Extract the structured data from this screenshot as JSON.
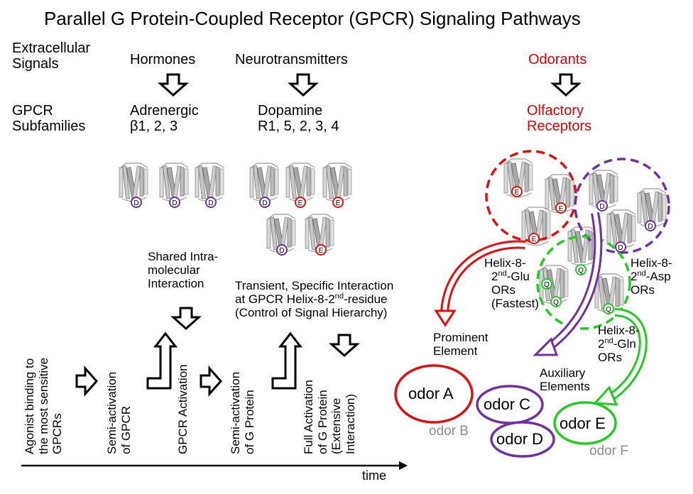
{
  "title": "Parallel G Protein-Coupled Receptor (GPCR) Signaling Pathways",
  "rows": {
    "signals": [
      "Extracellular",
      "Signals"
    ],
    "subfamilies": [
      "GPCR",
      "Subfamilies"
    ]
  },
  "pathways": {
    "hormones": {
      "signal": "Hormones",
      "family": [
        "Adrenergic",
        "β1, 2, 3"
      ],
      "residues": [
        "D",
        "D",
        "D"
      ]
    },
    "neuro": {
      "signal": "Neurotransmitters",
      "family": [
        "Dopamine",
        "R1, 5, 2, 3, 4"
      ],
      "residues": [
        "D",
        "E",
        "E",
        "D",
        "E"
      ]
    },
    "odorants": {
      "signal": "Odorants",
      "family": [
        "Olfactory",
        "Receptors"
      ]
    }
  },
  "or_groups": {
    "glu": {
      "residues": [
        "E",
        "E",
        "E"
      ],
      "label": [
        "Helix-8-",
        "2",
        "nd",
        "-Glu",
        "ORs",
        "(Fastest)"
      ]
    },
    "asp": {
      "residues": [
        "D",
        "D",
        "D"
      ],
      "label": [
        "Helix-8-",
        "2",
        "nd",
        "-Asp",
        "ORs"
      ]
    },
    "gln": {
      "residues": [
        "Q",
        "Q",
        "Q",
        "Q"
      ],
      "label": [
        "Helix-8-",
        "2",
        "nd",
        "-Gln",
        "ORs"
      ]
    }
  },
  "notes": {
    "shared": [
      "Shared Intra-",
      "molecular",
      "Interaction"
    ],
    "transient": [
      "Transient, Specific Interaction",
      "at GPCR Helix-8-2",
      "nd",
      "-residue",
      "(Control of Signal Hierarchy)"
    ]
  },
  "timeline_steps": [
    [
      "Agonist binding to",
      "the most sensitive",
      "GPCRs"
    ],
    [
      "Semi-activation",
      "of GPCR"
    ],
    [
      "GPCR Activation"
    ],
    [
      "Semi-activation",
      "of G Protein"
    ],
    [
      "Full Activation",
      "of G Protein",
      "(Extensive",
      "Interaction)"
    ]
  ],
  "time_label": "time",
  "elements": {
    "prominent": [
      "Prominent",
      "Element"
    ],
    "auxiliary": [
      "Auxiliary",
      "Elements"
    ]
  },
  "odors": {
    "a": "odor A",
    "b": "odor B",
    "c": "odor C",
    "d": "odor D",
    "e": "odor E",
    "f": "odor F"
  },
  "colors": {
    "glu": "#e01010",
    "asp": "#7030a0",
    "gln": "#22cc22",
    "muted": "#8c8c8c",
    "protein": "#b0b0b0"
  }
}
